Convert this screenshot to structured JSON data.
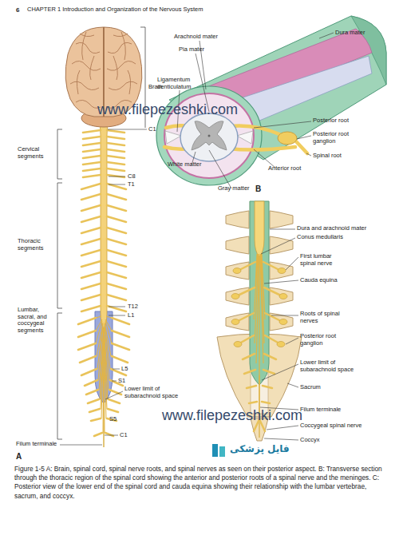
{
  "diagram": {
    "caption": "Figure 1-5 A: Brain, spinal cord, spinal nerve roots, and spinal nerves as seen on their posterior aspect. B: Transverse section through the thoracic region of the spinal cord showing the anterior and posterior roots of a spinal nerve and the meninges. C: Posterior view of the lower end of the spinal cord and cauda equina showing their relationship with the lumbar vertebrae, sacrum, and coccyx.",
    "labels": [
      "6",
      "CHAPTER 1 Introduction and Organization of the Nervous System",
      "Brain",
      "C1",
      "Cervical segments",
      "C8",
      "T1",
      "Thoracic segments",
      "T12",
      "L1",
      "Lumbar, sacral, and coccygeal segments",
      "L5",
      "S1",
      "Lower limit of subarachnoid space",
      "S5",
      "C1",
      "Filum terminale",
      "A",
      "Arachnoid mater",
      "Dura mater",
      "Pia mater",
      "Ligamentum denticulatum",
      "Posterior root",
      "Posterior root ganglion",
      "Spinal root",
      "White matter",
      "Anterior root",
      "Gray matter",
      "B",
      "Dura and arachnoid mater",
      "Conus medullaris",
      "First lumbar spinal nerve",
      "Cauda equina",
      "Roots of spinal nerves",
      "Posterior root ganglion",
      "Lower limit of subarachnoid space",
      "Sacrum",
      "Filum terminale",
      "Coccygeal spinal nerve",
      "Coccyx",
      "www.filepezeshki.com",
      "www.filepezeshki.com",
      "فایل پزشکی"
    ]
  }
}
